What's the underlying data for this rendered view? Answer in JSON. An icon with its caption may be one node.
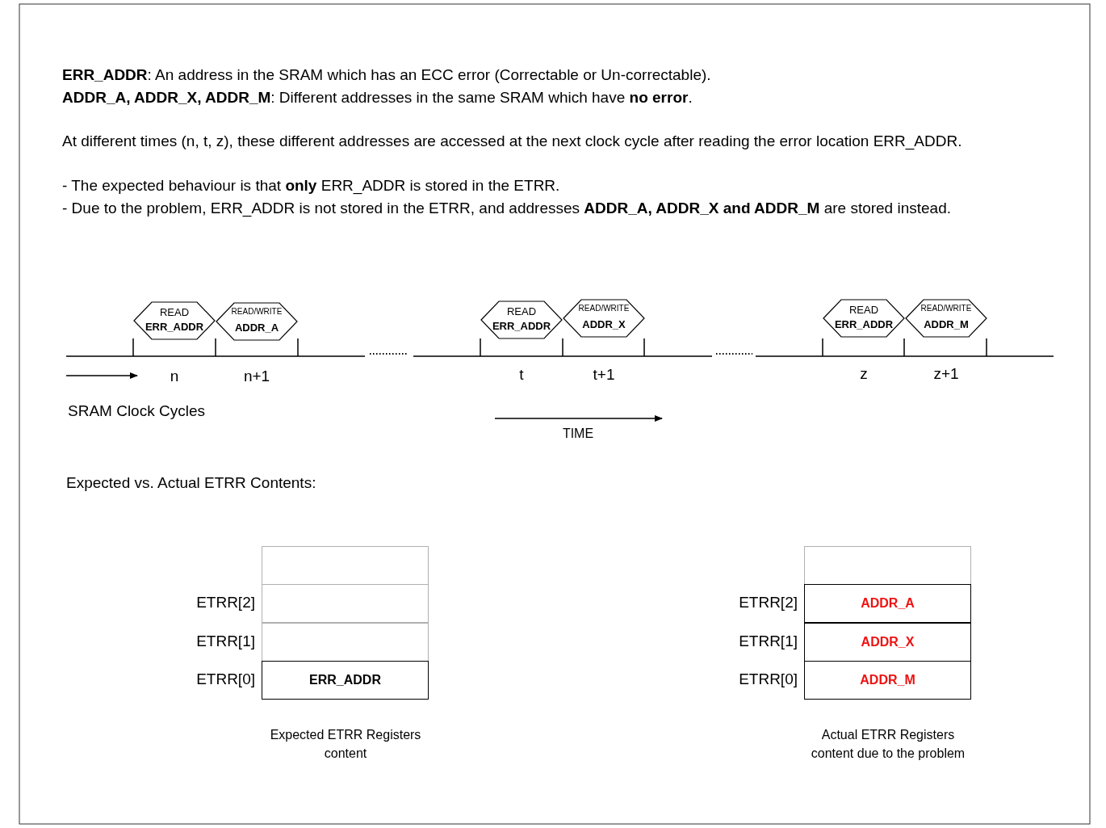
{
  "diagram": {
    "nodes": [
      {
        "text": [
          "READ",
          "ERR_ADDR"
        ]
      },
      {
        "text": [
          "READ/WRITE",
          "ADDR_A"
        ]
      },
      {
        "text": [
          "READ",
          "ERR_ADDR"
        ]
      },
      {
        "text": [
          "READ/WRITE",
          "ADDR_X"
        ]
      },
      {
        "text": [
          "READ",
          "ERR_ADDR"
        ]
      },
      {
        "text": [
          "READ/WRITE",
          "ADDR_M"
        ]
      },
      {
        "text": [],
        "shape": "box"
      },
      {
        "text": [],
        "shape": "box",
        "beside": [
          "ETRR[2]"
        ]
      },
      {
        "text": [],
        "shape": "box",
        "beside": [
          "ETRR[1]"
        ]
      },
      {
        "text": [
          "ERR_ADDR"
        ],
        "beside": [
          "ETRR[0]"
        ]
      },
      {
        "text": [],
        "shape": "box"
      },
      {
        "text": [
          "ADDR_A"
        ],
        "beside": [
          "ETRR[2]"
        ]
      },
      {
        "text": [
          "ADDR_X"
        ],
        "beside": [
          "ETRR[1]"
        ]
      },
      {
        "text": [
          "ADDR_M"
        ],
        "beside": [
          "ETRR[0]"
        ]
      }
    ],
    "labels": [
      "**ERR_ADDR**: An address in the SRAM which has an ECC error (Correctable or Un-correctable).",
      "**ADDR_A, ADDR_X, ADDR_M**: Different addresses in the same SRAM which have **no error**.",
      "At different times (n, t, z), these different addresses are accessed at the next clock cycle after reading the error location ERR_ADDR.",
      "- The expected behaviour is that **only** ERR_ADDR is stored in the ETRR.",
      "- Due to the problem, ERR_ADDR is not stored in the ETRR, and addresses **ADDR_A, ADDR_X and ADDR_M** are stored instead.",
      "n",
      "n+1",
      "t",
      "t+1",
      "z",
      "z+1",
      "SRAM Clock Cycles",
      "TIME",
      "Expected vs. Actual ETRR Contents:",
      "Expected ETRR Registers content",
      "Actual ETRR Registers content due to the problem"
    ]
  }
}
